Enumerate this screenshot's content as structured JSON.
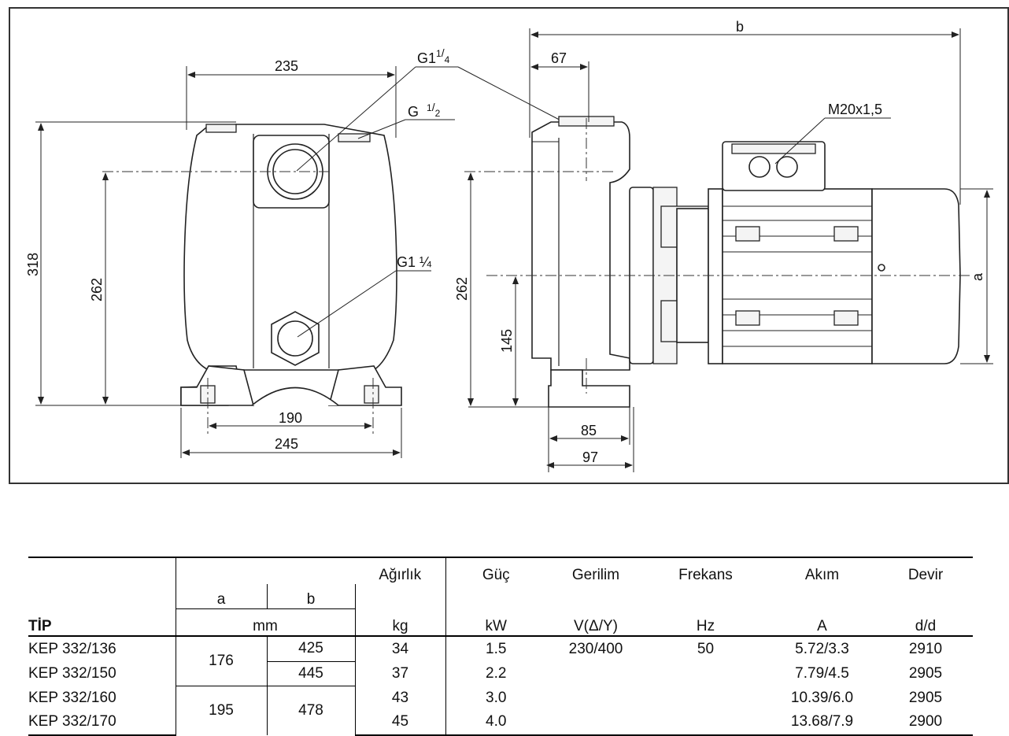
{
  "drawing": {
    "front_view": {
      "width_top": "235",
      "height_total": "318",
      "height_inlet": "262",
      "base_holes": "190",
      "base_width": "245",
      "port_top": "G1",
      "port_top_frac_num": "1",
      "port_top_frac_den": "4",
      "port_vent": "G",
      "port_vent_frac_num": "1",
      "port_vent_frac_den": "2",
      "port_outlet": "G1 ¼"
    },
    "side_view": {
      "overall_length": "b",
      "motor_height": "a",
      "port_offset": "67",
      "height_inlet": "262",
      "height_axis": "145",
      "base_inner": "85",
      "base_outer": "97",
      "cable_gland": "M20x1,5"
    }
  },
  "table": {
    "headers": {
      "tip": "TİP",
      "a": "a",
      "b": "b",
      "ab_unit": "mm",
      "weight": "Ağırlık",
      "weight_unit": "kg",
      "power": "Güç",
      "power_unit": "kW",
      "voltage": "Gerilim",
      "voltage_unit": "V(Δ/Y)",
      "frequency": "Frekans",
      "frequency_unit": "Hz",
      "current": "Akım",
      "current_unit": "A",
      "speed": "Devir",
      "speed_unit": "d/d"
    },
    "rows": [
      {
        "tip": "KEP 332/136",
        "b": "425",
        "weight": "34",
        "power": "1.5",
        "current": "5.72/3.3",
        "speed": "2910"
      },
      {
        "tip": "KEP 332/150",
        "b": "445",
        "weight": "37",
        "power": "2.2",
        "current": "7.79/4.5",
        "speed": "2905"
      },
      {
        "tip": "KEP 332/160",
        "weight": "43",
        "power": "3.0",
        "current": "10.39/6.0",
        "speed": "2905"
      },
      {
        "tip": "KEP 332/170",
        "weight": "45",
        "power": "4.0",
        "current": "13.68/7.9",
        "speed": "2900"
      }
    ],
    "a_group_1": "176",
    "a_group_2": "195",
    "b_group_2": "478",
    "voltage_value": "230/400",
    "frequency_value": "50"
  }
}
